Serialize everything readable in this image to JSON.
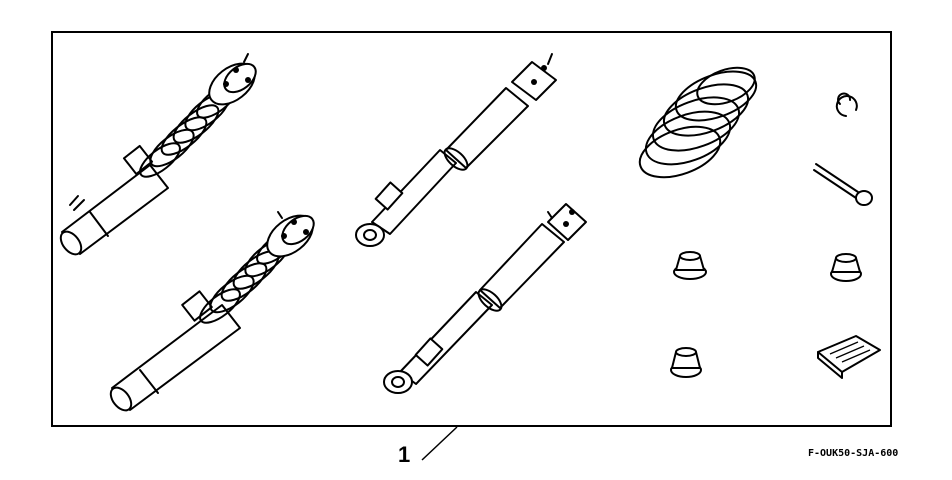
{
  "diagram": {
    "callout_number": "1",
    "drawing_code": "F-OUK50-SJA-600",
    "parts": [
      {
        "name": "front-strut-assembly"
      },
      {
        "name": "front-strut-assembly"
      },
      {
        "name": "rear-shock-absorber"
      },
      {
        "name": "rear-shock-absorber"
      },
      {
        "name": "coil-spring"
      },
      {
        "name": "clip"
      },
      {
        "name": "cotter-pin"
      },
      {
        "name": "flange-nut"
      },
      {
        "name": "flange-nut"
      },
      {
        "name": "flange-nut"
      },
      {
        "name": "instruction-sheet"
      }
    ]
  }
}
